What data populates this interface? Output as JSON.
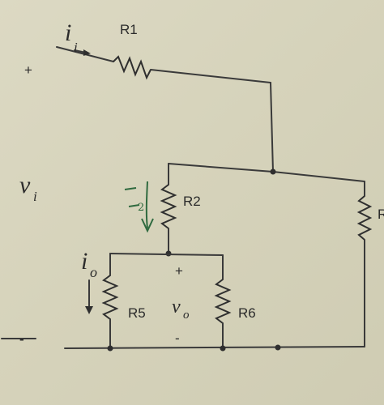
{
  "labels": {
    "r1": "R1",
    "r2": "R2",
    "r4_partial": "R",
    "r5": "R5",
    "r6": "R6"
  },
  "symbols": {
    "input_current": "i",
    "input_current_sub": "i",
    "input_voltage": "v",
    "input_voltage_sub": "i",
    "output_current": "i",
    "output_current_sub": "o",
    "output_voltage": "v",
    "output_voltage_sub": "o",
    "branch_current": "I",
    "branch_current_sub": "2"
  },
  "polarity": {
    "input_plus": "+",
    "input_minus": "-",
    "output_plus": "+",
    "output_minus": "-"
  },
  "colors": {
    "wire": "#3a3a3a",
    "handwriting": "#2f6a3f",
    "paper": "#d9d6c0"
  }
}
